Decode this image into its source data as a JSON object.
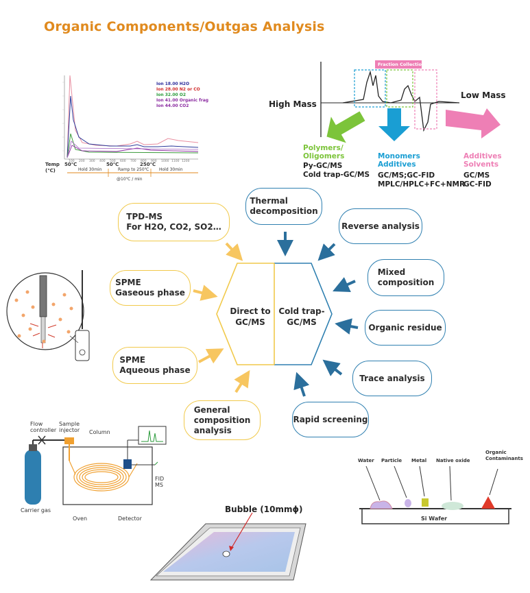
{
  "title": "Organic Components/Outgas Analysis",
  "tpd_chart": {
    "legend": [
      "Ion 18.00 H2O",
      "Ion 28.00 N2 or CO",
      "Ion 32.00 O2",
      "Ion 41.00 Organic frag",
      "Ion 44.00 CO2"
    ],
    "legend_colors": [
      "#2a2a9a",
      "#d02a2a",
      "#2a9a3a",
      "#8a2aa0",
      "#8a2aa0"
    ],
    "temp_label": "Temp\n(℃)",
    "temps": [
      "50℃",
      "50℃",
      "250℃"
    ],
    "steps": [
      "Hold 30min",
      "Ramp to 250℃",
      "Hold 30min"
    ],
    "rate": "@10℃ / min"
  },
  "fraction": {
    "collection_label": "Fraction Collection",
    "high_mass": "High Mass",
    "low_mass": "Low Mass",
    "categories": [
      {
        "name": "Polymers/\nOligomers",
        "color": "#7cc43a",
        "methods": "Py-GC/MS\nCold trap-GC/MS"
      },
      {
        "name": "Monomers\nAdditives",
        "color": "#1a9ed3",
        "methods": "GC/MS;GC-FID\nMPLC/HPLC+FC+NMR"
      },
      {
        "name": "Additives\nSolvents",
        "color": "#ee7fb5",
        "methods": "GC/MS\nGC-FID"
      }
    ]
  },
  "center": {
    "left": "Direct to\nGC/MS",
    "right": "Cold trap-\nGC/MS"
  },
  "left_items": [
    {
      "label": "TPD-MS\nFor H2O, CO2, SO2…"
    },
    {
      "label": "SPME\nGaseous phase"
    },
    {
      "label": "SPME\nAqueous phase"
    },
    {
      "label": "General\ncomposition\nanalysis"
    }
  ],
  "right_items": [
    {
      "label": "Thermal\ndecomposition"
    },
    {
      "label": "Reverse analysis"
    },
    {
      "label": "Mixed\ncomposition"
    },
    {
      "label": "Organic residue"
    },
    {
      "label": "Trace analysis"
    },
    {
      "label": "Rapid screening"
    }
  ],
  "gc_schematic": {
    "flow_controller": "Flow\ncontroller",
    "sample_injector": "Sample\ninjector",
    "column": "Column",
    "carrier_gas": "Carrier gas",
    "oven": "Oven",
    "detector": "Detector",
    "fid_ms": "FID\nMS"
  },
  "wafer": {
    "labels": [
      "Water",
      "Particle",
      "Metal",
      "Native oxide",
      "Organic\nContaminants"
    ],
    "wafer_label": "Si Wafer"
  },
  "bubble": {
    "label": "Bubble (10mmϕ)"
  }
}
